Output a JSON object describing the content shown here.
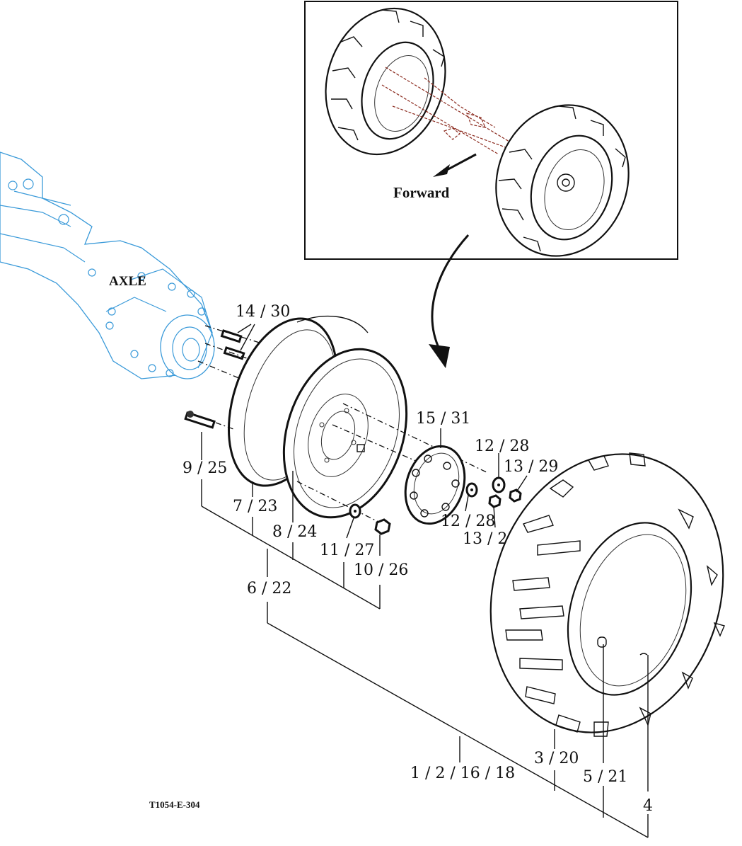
{
  "diagram": {
    "inset": {
      "direction_label": "Forward"
    },
    "assembly_label": "AXLE",
    "drawing_code": "T1054-E-304",
    "callouts": [
      {
        "id": "studs",
        "text": "14 / 30"
      },
      {
        "id": "wheel-cap",
        "text": "15 / 31"
      },
      {
        "id": "washer-upper",
        "text": "12 / 28"
      },
      {
        "id": "nut-upper",
        "text": "13 / 29"
      },
      {
        "id": "washer-lower",
        "text": "12 / 28"
      },
      {
        "id": "nut-lower",
        "text": "13 / 29"
      },
      {
        "id": "bolt",
        "text": "9 / 25"
      },
      {
        "id": "rim",
        "text": "7 / 23"
      },
      {
        "id": "disc",
        "text": "8 / 24"
      },
      {
        "id": "washer",
        "text": "11 / 27"
      },
      {
        "id": "nut",
        "text": "10 / 26"
      },
      {
        "id": "wheel-assy",
        "text": "6 / 22"
      },
      {
        "id": "tire-wheel-assy",
        "text": "1 / 2 / 16 / 18"
      },
      {
        "id": "tire",
        "text": "3 / 20"
      },
      {
        "id": "valve",
        "text": "5 / 21"
      },
      {
        "id": "tube",
        "text": "4"
      }
    ],
    "colors": {
      "line": "#111111",
      "axle": "#3a9ad9",
      "inset_axle": "#8b2a1e"
    }
  }
}
